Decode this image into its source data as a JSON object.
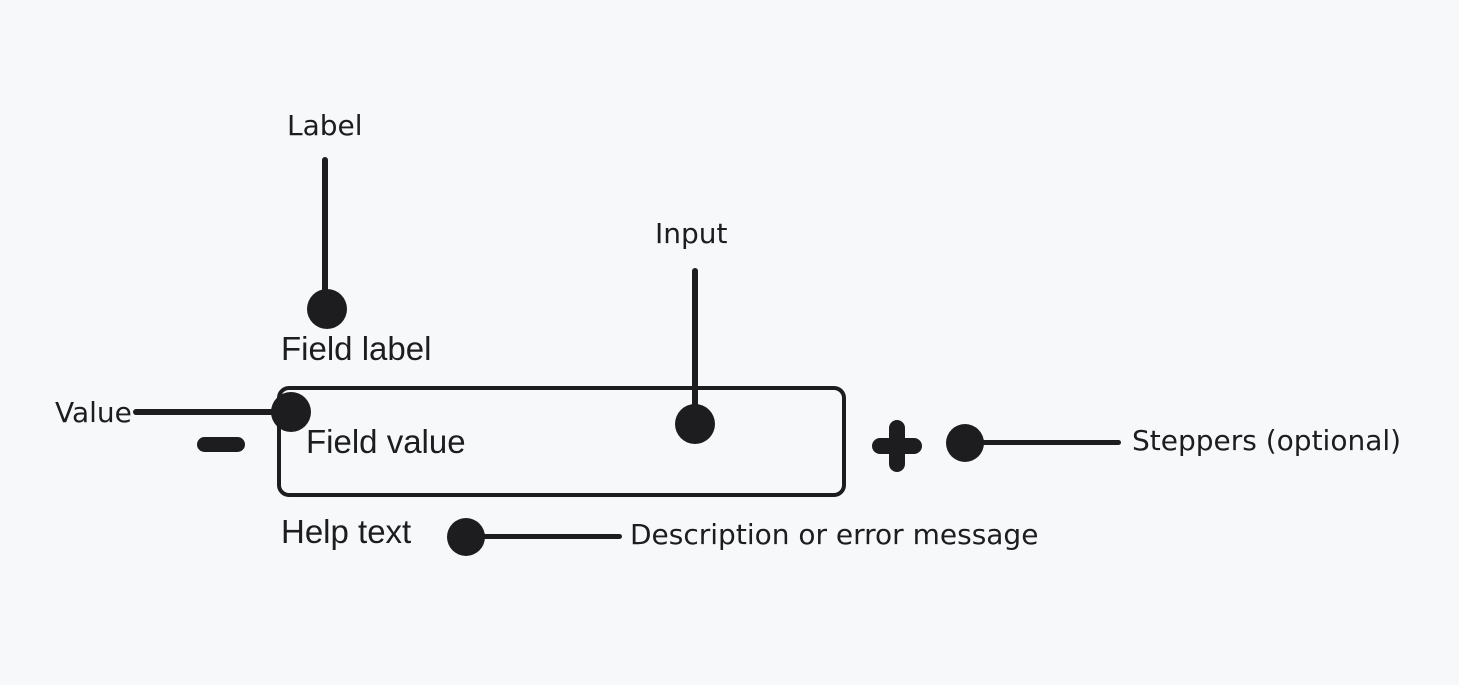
{
  "colors": {
    "background": "#f7f8fa",
    "ink": "#1d1d20"
  },
  "component": {
    "field_label": "Field label",
    "field_value": "Field value",
    "help_text": "Help text",
    "icons": {
      "decrease": "minus-icon",
      "increase": "plus-icon"
    }
  },
  "annotations": {
    "label": "Label",
    "input": "Input",
    "value": "Value",
    "steppers": "Steppers (optional)",
    "description": "Description or error message"
  }
}
